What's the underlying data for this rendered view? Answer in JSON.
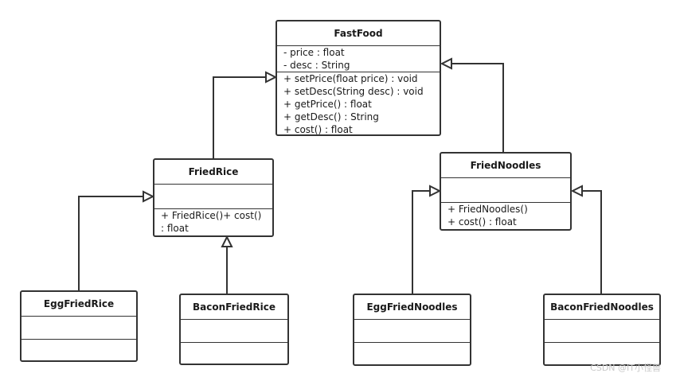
{
  "classes": {
    "fastfood": {
      "name": "FastFood",
      "attributes": [
        "- price : float",
        "- desc : String"
      ],
      "methods": [
        "+ setPrice(float price) : void",
        "+ setDesc(String desc) : void",
        "+ getPrice() : float",
        "+ getDesc() : String",
        "+ cost() : float"
      ]
    },
    "friedrice": {
      "name": "FriedRice",
      "attributes": [],
      "methods": [
        "+ FriedRice()+ cost()",
        ": float"
      ]
    },
    "friednoodles": {
      "name": "FriedNoodles",
      "attributes": [],
      "methods": [
        "+ FriedNoodles()",
        "+ cost() : float"
      ]
    },
    "eggfriedrice": {
      "name": "EggFriedRice",
      "attributes": [],
      "methods": []
    },
    "baconfriedrice": {
      "name": "BaconFriedRice",
      "attributes": [],
      "methods": []
    },
    "eggfriednoodles": {
      "name": "EggFriedNoodles",
      "attributes": [],
      "methods": []
    },
    "baconfriednoodles": {
      "name": "BaconFriedNoodles",
      "attributes": [],
      "methods": []
    }
  },
  "relations": [
    {
      "from": "friedrice",
      "to": "fastfood",
      "type": "inheritance"
    },
    {
      "from": "friednoodles",
      "to": "fastfood",
      "type": "inheritance"
    },
    {
      "from": "eggfriedrice",
      "to": "friedrice",
      "type": "inheritance"
    },
    {
      "from": "baconfriedrice",
      "to": "friedrice",
      "type": "inheritance"
    },
    {
      "from": "eggfriednoodles",
      "to": "friednoodles",
      "type": "inheritance"
    },
    {
      "from": "baconfriednoodles",
      "to": "friednoodles",
      "type": "inheritance"
    }
  ],
  "watermark": "CSDN @IT小怪兽"
}
